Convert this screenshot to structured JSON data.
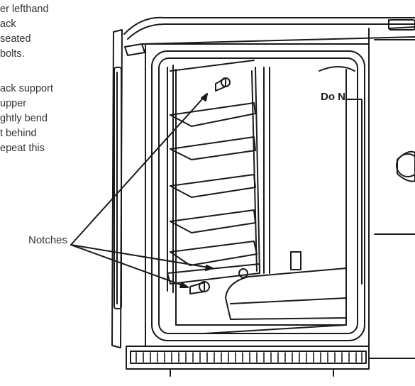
{
  "instructions": {
    "paragraph_1": [
      "er lefthand",
      "ack",
      "seated",
      "bolts."
    ],
    "paragraph_2": [
      "ack support",
      "upper",
      "ghtly bend",
      "t behind",
      "epeat this"
    ]
  },
  "callout_label": "Notches",
  "door_label": "Do N",
  "colors": {
    "line": "#1a1a1a",
    "text": "#333333",
    "background": "#ffffff"
  }
}
